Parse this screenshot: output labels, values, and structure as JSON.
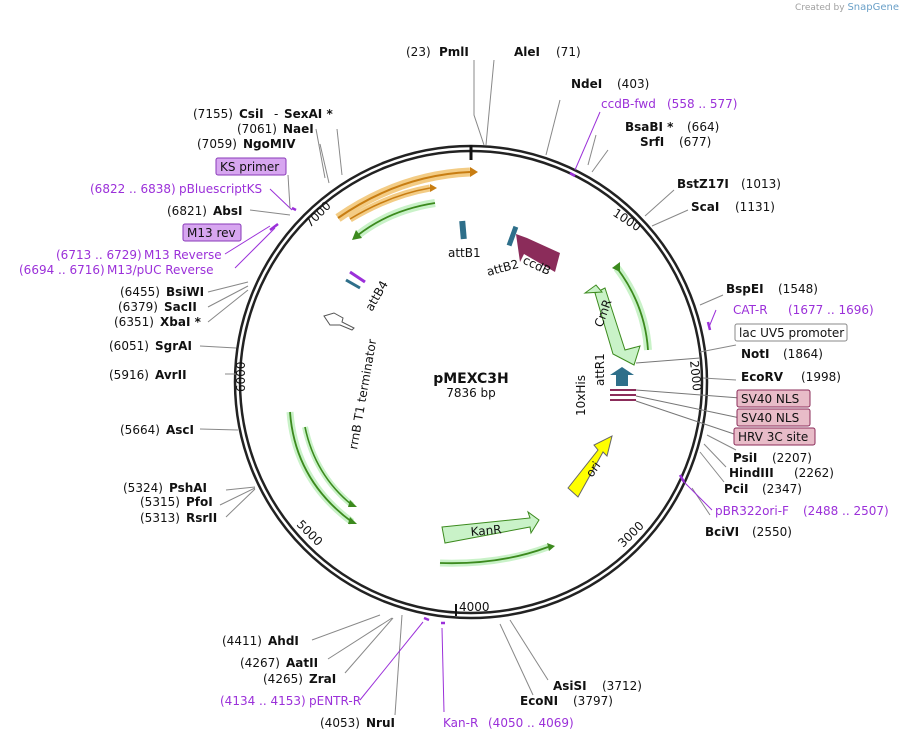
{
  "credit": {
    "prefix": "Created by",
    "brand": "SnapGene"
  },
  "plasmid": {
    "name": "pMEXC3H",
    "size": "7836 bp"
  },
  "ticks": [
    "1000",
    "2000",
    "3000",
    "4000",
    "5000",
    "6000",
    "7000"
  ],
  "sites": [
    {
      "id": "pmli",
      "pos": "(23)",
      "name": "PmlI"
    },
    {
      "id": "alei",
      "pos": "(71)",
      "name": "AleI"
    },
    {
      "id": "ndei",
      "pos": "(403)",
      "name": "NdeI"
    },
    {
      "id": "bsabi",
      "pos": "(664)",
      "name": "BsaBI *"
    },
    {
      "id": "srfi",
      "pos": "(677)",
      "name": "SrfI"
    },
    {
      "id": "bstz17i",
      "pos": "(1013)",
      "name": "BstZ17I"
    },
    {
      "id": "scai",
      "pos": "(1131)",
      "name": "ScaI"
    },
    {
      "id": "bspei",
      "pos": "(1548)",
      "name": "BspEI"
    },
    {
      "id": "noti",
      "pos": "(1864)",
      "name": "NotI"
    },
    {
      "id": "ecorv",
      "pos": "(1998)",
      "name": "EcoRV"
    },
    {
      "id": "psii",
      "pos": "(2207)",
      "name": "PsiI"
    },
    {
      "id": "hindiii",
      "pos": "(2262)",
      "name": "HindIII"
    },
    {
      "id": "pcii",
      "pos": "(2347)",
      "name": "PciI"
    },
    {
      "id": "bcivi",
      "pos": "(2550)",
      "name": "BciVI"
    },
    {
      "id": "asisi",
      "pos": "(3712)",
      "name": "AsiSI"
    },
    {
      "id": "econi",
      "pos": "(3797)",
      "name": "EcoNI"
    },
    {
      "id": "nrui",
      "pos": "(4053)",
      "name": "NruI"
    },
    {
      "id": "zrai",
      "pos": "(4265)",
      "name": "ZraI"
    },
    {
      "id": "aatii",
      "pos": "(4267)",
      "name": "AatII"
    },
    {
      "id": "ahdi",
      "pos": "(4411)",
      "name": "AhdI"
    },
    {
      "id": "rsrii",
      "pos": "(5313)",
      "name": "RsrII"
    },
    {
      "id": "pfoi",
      "pos": "(5315)",
      "name": "PfoI"
    },
    {
      "id": "pshai",
      "pos": "(5324)",
      "name": "PshAI"
    },
    {
      "id": "asci",
      "pos": "(5664)",
      "name": "AscI"
    },
    {
      "id": "avrii",
      "pos": "(5916)",
      "name": "AvrII"
    },
    {
      "id": "sgrai",
      "pos": "(6051)",
      "name": "SgrAI"
    },
    {
      "id": "xbai",
      "pos": "(6351)",
      "name": "XbaI *"
    },
    {
      "id": "sacii",
      "pos": "(6379)",
      "name": "SacII"
    },
    {
      "id": "bsiwi",
      "pos": "(6455)",
      "name": "BsiWI"
    },
    {
      "id": "absi",
      "pos": "(6821)",
      "name": "AbsI"
    },
    {
      "id": "ngomiv",
      "pos": "(7059)",
      "name": "NgoMIV"
    },
    {
      "id": "naei",
      "pos": "(7061)",
      "name": "NaeI"
    },
    {
      "id": "csii",
      "pos": "(7155)",
      "name": "CsiI"
    },
    {
      "id": "sexai",
      "pos": "",
      "name": "SexAI *"
    }
  ],
  "primers": [
    {
      "id": "ccdb-fwd",
      "name": "ccdB-fwd",
      "range": "(558 .. 577)"
    },
    {
      "id": "cat-r",
      "name": "CAT-R",
      "range": "(1677 .. 1696)"
    },
    {
      "id": "pbr322ori-f",
      "name": "pBR322ori-F",
      "range": "(2488 .. 2507)"
    },
    {
      "id": "kan-r",
      "name": "Kan-R",
      "range": "(4050 .. 4069)"
    },
    {
      "id": "pentr-r",
      "name": "pENTR-R",
      "range": "(4134 .. 4153)"
    },
    {
      "id": "m13-puc-reverse",
      "name": "M13/pUC Reverse",
      "range": "(6694 .. 6716)"
    },
    {
      "id": "m13-reverse",
      "name": "M13 Reverse",
      "range": "(6713 .. 6729)"
    },
    {
      "id": "pbluescriptks",
      "name": "pBluescriptKS",
      "range": "(6822 .. 6838)"
    }
  ],
  "boxed": {
    "ks_primer": "KS primer",
    "m13_rev": "M13 rev",
    "lac_uv5": "lac UV5 promoter",
    "sv40_nls_1": "SV40 NLS",
    "sv40_nls_2": "SV40 NLS",
    "hrv_3c": "HRV 3C site"
  },
  "features": {
    "attb1": "attB1",
    "attb2": "attB2",
    "ccdb": "ccdB",
    "cmr": "CmR",
    "attr1": "attR1",
    "his10": "10xHis",
    "ori": "ori",
    "kanr": "KanR",
    "rrnb": "rrnB T1 terminator",
    "attb4": "attB4"
  },
  "colors": {
    "backbone": "#222222",
    "primer": "#9b30d9",
    "primer_box": "#d7a6f0",
    "feature_box": "#e8bcc8",
    "ccdb": "#8b2c5a",
    "marker": "#c9f2c8",
    "ori": "#ffff00",
    "att": "#2e6f8a",
    "orf_orange": "#f0a030",
    "orf_green": "#3c8a1e"
  }
}
